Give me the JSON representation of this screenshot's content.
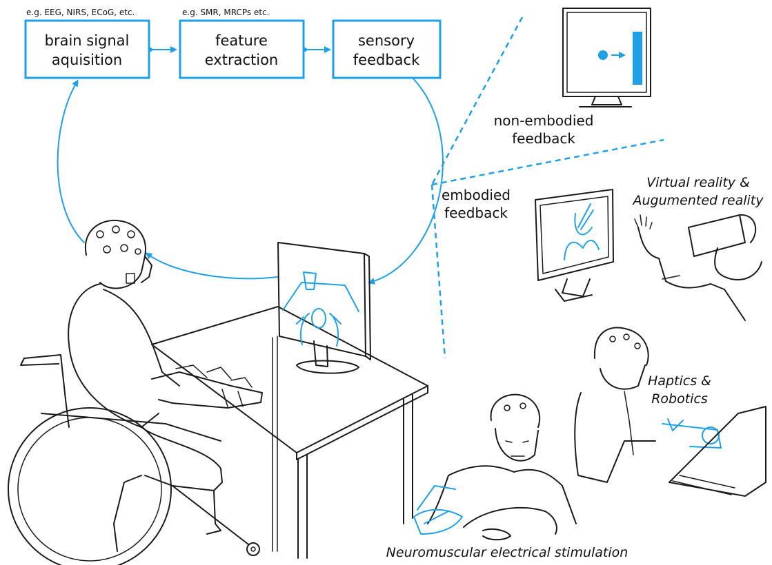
{
  "colors": {
    "accent": "#1ea0e8",
    "ink": "#1a1a1a"
  },
  "pipeline": {
    "boxes": [
      {
        "line1": "brain signal",
        "line2": "aquisition",
        "note": "e.g. EEG, NIRS, ECoG, etc."
      },
      {
        "line1": "feature",
        "line2": "extraction",
        "note": "e.g. SMR, MRCPs etc."
      },
      {
        "line1": "sensory",
        "line2": "feedback",
        "note": ""
      }
    ]
  },
  "feedback": {
    "non_embodied_line1": "non-embodied",
    "non_embodied_line2": "feedback",
    "embodied_line1": "embodied",
    "embodied_line2": "feedback"
  },
  "modalities": {
    "vr_line1": "Virtual reality &",
    "vr_line2": "Augumented reality",
    "haptics_line1": "Haptics &",
    "haptics_line2": "Robotics",
    "nmes": "Neuromuscular electrical stimulation"
  }
}
